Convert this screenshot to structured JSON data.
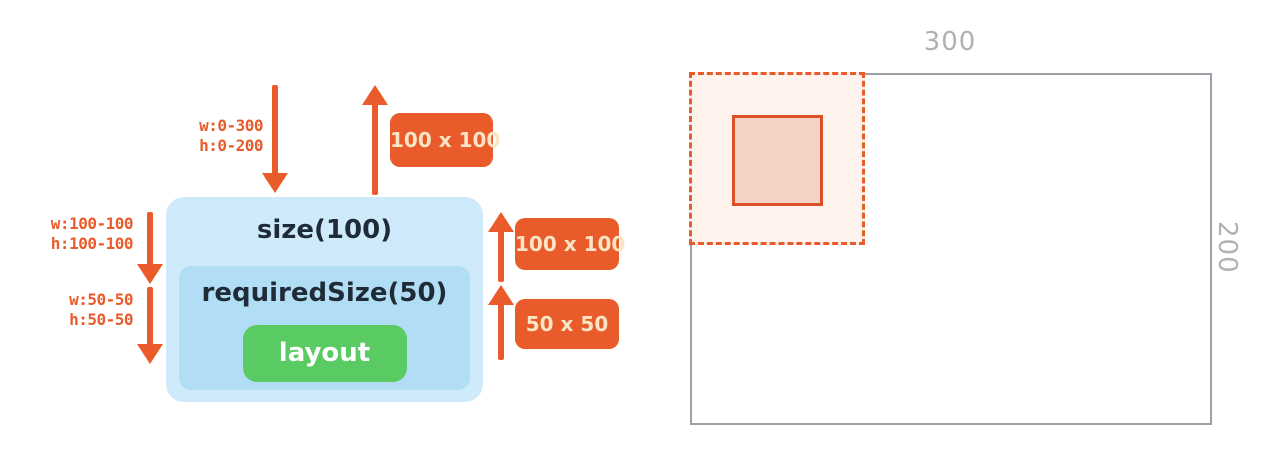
{
  "colors": {
    "orange": "#E95B2B",
    "orange_deep": "#DD4F26",
    "badge_text": "#FBE5C4",
    "blue_outer": "#CEEAFB",
    "blue_inner": "#B2DEF5",
    "green": "#5ACB63",
    "dark_text": "#1F2C38",
    "gray_border": "#9AA0A6",
    "gray_label": "#AEB1B5",
    "salmon_fill": "#F4D2C5",
    "dashed_fill": "#FDF3EC"
  },
  "left_diagram": {
    "incoming_constraints": {
      "line1": "w:0-300",
      "line2": "h:0-200"
    },
    "size_constraints": {
      "line1": "w:100-100",
      "line2": "h:100-100"
    },
    "required_size_constraints": {
      "line1": "w:50-50",
      "line2": "h:50-50"
    },
    "size_box_label": "size(100)",
    "required_size_box_label": "requiredSize(50)",
    "layout_box_label": "layout",
    "measured_size_top": "100 x 100",
    "measured_size_middle": "100 x 100",
    "measured_size_bottom": "50 x 50"
  },
  "right_diagram": {
    "width_label": "300",
    "height_label": "200"
  }
}
